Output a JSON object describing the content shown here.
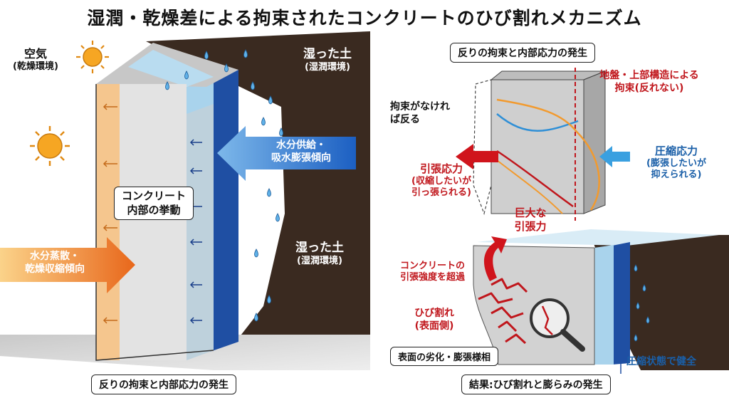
{
  "title": "湿潤・乾燥差による拘束されたコンクリートのひび割れメカニズム",
  "left_panel": {
    "air_label": "空気",
    "air_sub": "(乾燥環境)",
    "soil_top_label": "湿った土",
    "soil_top_sub": "(湿潤環境)",
    "soil_mid_label": "湿った土",
    "soil_mid_sub": "(湿潤環境)",
    "water_supply_line1": "水分供給・",
    "water_supply_line2": "吸水膨張傾向",
    "evap_line1": "水分蒸散・",
    "evap_line2": "乾燥収縮傾向",
    "concrete_line1": "コンクリート",
    "concrete_line2": "内部の挙動",
    "bottom_caption": "反りの拘束と内部応力の発生"
  },
  "right_top": {
    "header": "反りの拘束と内部応力の発生",
    "restraint_line1": "地盤・上部構造による",
    "restraint_line2": "拘束(反れない)",
    "no_restraint_line1": "拘束がなけれ",
    "no_restraint_line2": "ば反る",
    "tension_line1": "引張応力",
    "tension_line2": "(収縮したいが",
    "tension_line3": "引っ張られる)",
    "compression_line1": "圧縮応力",
    "compression_line2": "(膨張したいが",
    "compression_line3": "抑えられる)"
  },
  "right_bottom": {
    "big_tension_line1": "巨大な",
    "big_tension_line2": "引張力",
    "exceed_line1": "コンクリートの",
    "exceed_line2": "引張強度を超過",
    "crack_line1": "ひび割れ",
    "crack_line2": "(表面側)",
    "surface_label": "表面の劣化・膨張様相",
    "healthy_label": "圧縮状態で健全",
    "result_caption": "結果:ひび割れと膨らみの発生"
  },
  "colors": {
    "soil": "#3a2a20",
    "concrete": "#d6d6d6",
    "dry_layer": "#f5c68e",
    "wet_layer": "#a9d3ec",
    "water_band": "#1f4fa3",
    "tension_red": "#c0161c",
    "compression_blue": "#2f8fd6"
  }
}
